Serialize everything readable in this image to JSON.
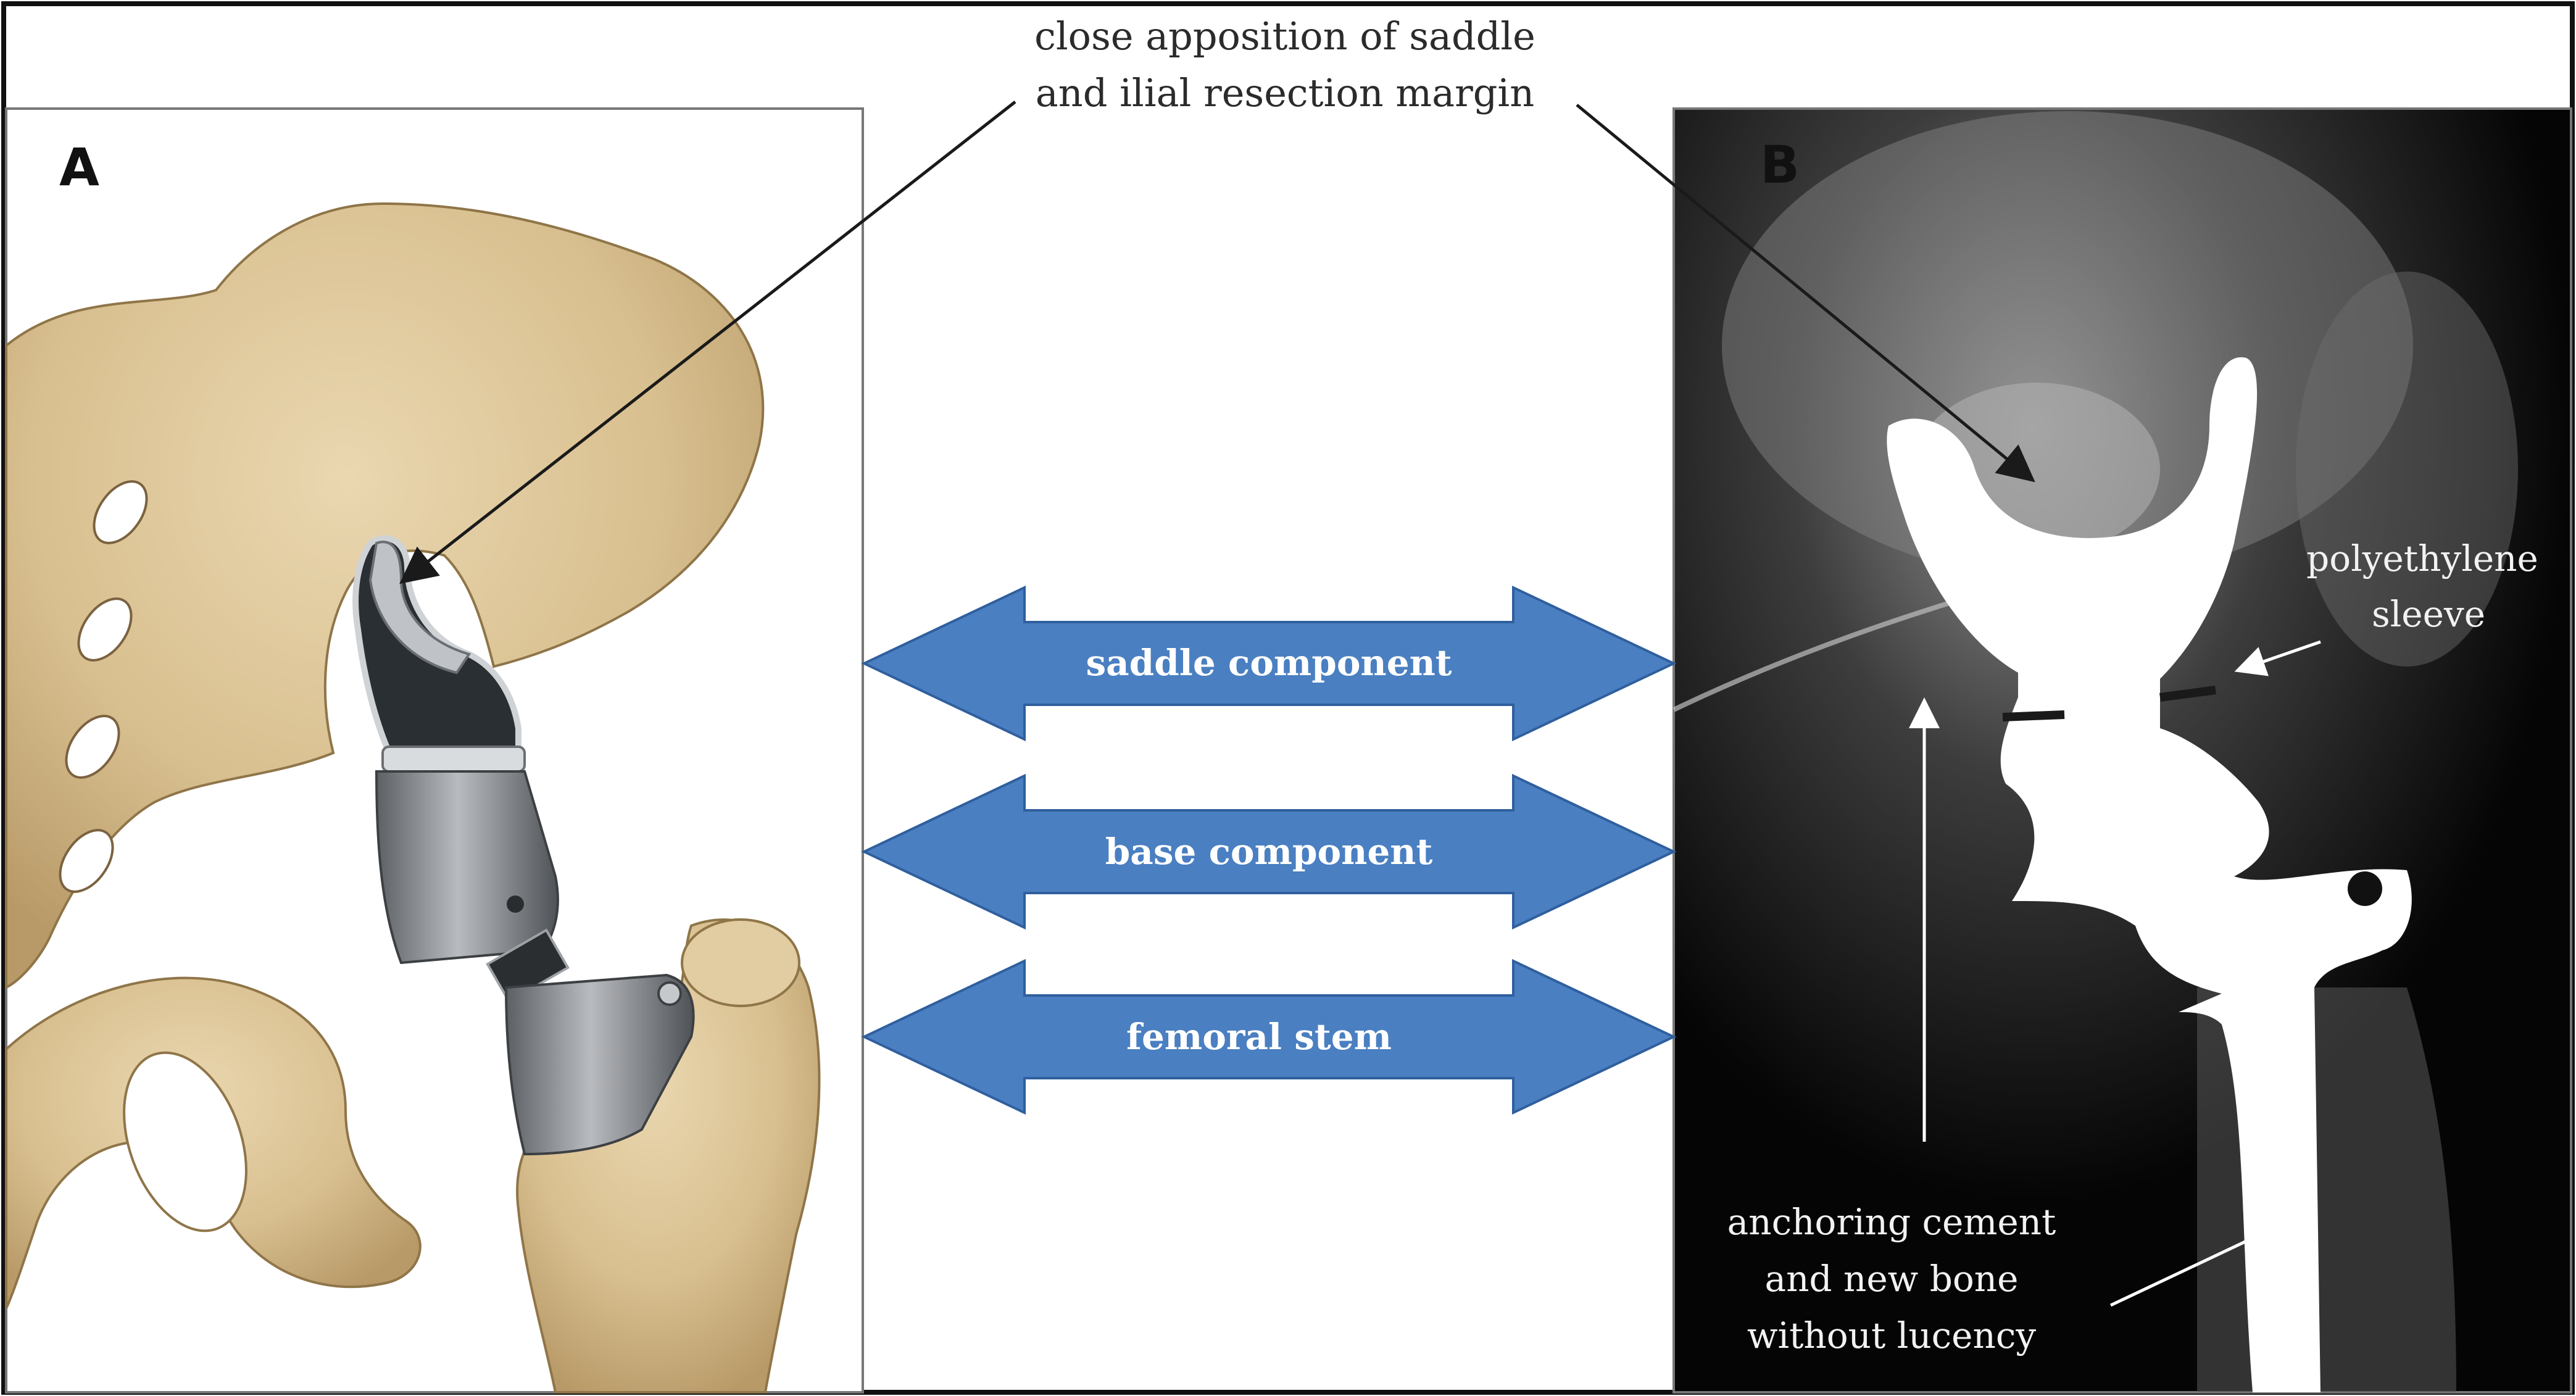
{
  "panels": {
    "a": {
      "letter": "A"
    },
    "b": {
      "letter": "B"
    }
  },
  "top_caption": {
    "line1": "close apposition of saddle",
    "line2": "and ilial resection margin"
  },
  "arrows": {
    "saddle": "saddle component",
    "base": "base component",
    "femoral": "femoral stem"
  },
  "xray_labels": {
    "polyethylene": {
      "line1": "polyethylene",
      "line2": "sleeve"
    },
    "cement": {
      "line1": "anchoring cement",
      "line2": "and new bone",
      "line3": "without lucency"
    }
  },
  "colors": {
    "arrow_fill": "#4a7fc1",
    "arrow_stroke": "#2f5f9e",
    "bone": "#dcc59a",
    "bone_shadow": "#b59868",
    "implant": "#8c8f94",
    "xray_bg": "#0a0a0a",
    "implant_xray": "#ffffff"
  }
}
